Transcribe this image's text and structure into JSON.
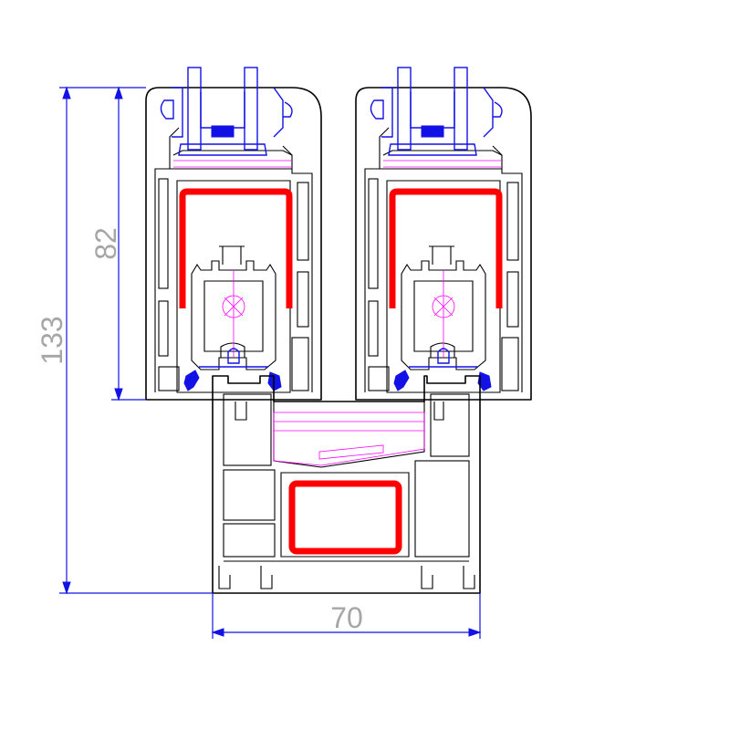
{
  "drawing": {
    "dimension_width": "70",
    "dimension_total_height": "133",
    "dimension_sash_height": "82"
  },
  "colors": {
    "profile_outline": "#000000",
    "dimension_lines": "#1212e6",
    "gasket_and_glazing_bead": "#1212e6",
    "steel_reinforcement": "#ff0000",
    "hidden_details": "#ff00ff",
    "dimension_text": "#a6a6a6"
  }
}
